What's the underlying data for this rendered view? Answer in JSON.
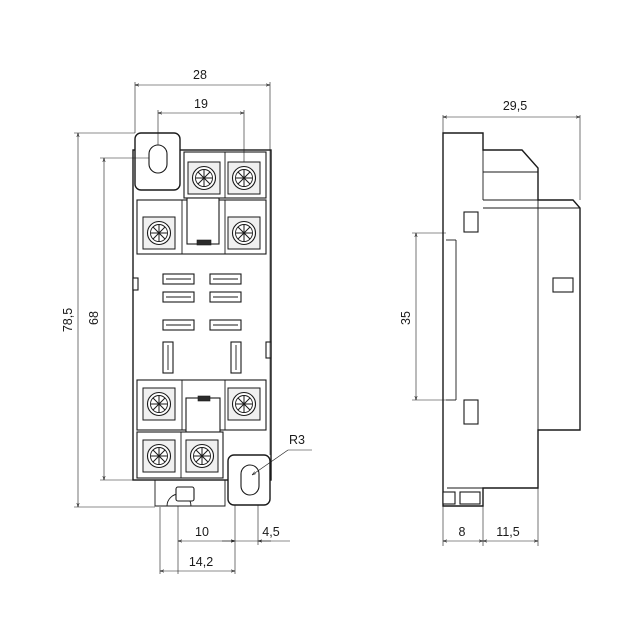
{
  "dimensions": {
    "overall_width": "28",
    "pin_pitch_width": "19",
    "overall_height": "78,5",
    "mount_height": "68",
    "bottom_spacing": "10",
    "offset": "4,5",
    "bottom_width": "14,2",
    "radius": "R3",
    "side_depth": "29,5",
    "side_rail": "35",
    "side_base": "8",
    "side_step": "11,5"
  }
}
